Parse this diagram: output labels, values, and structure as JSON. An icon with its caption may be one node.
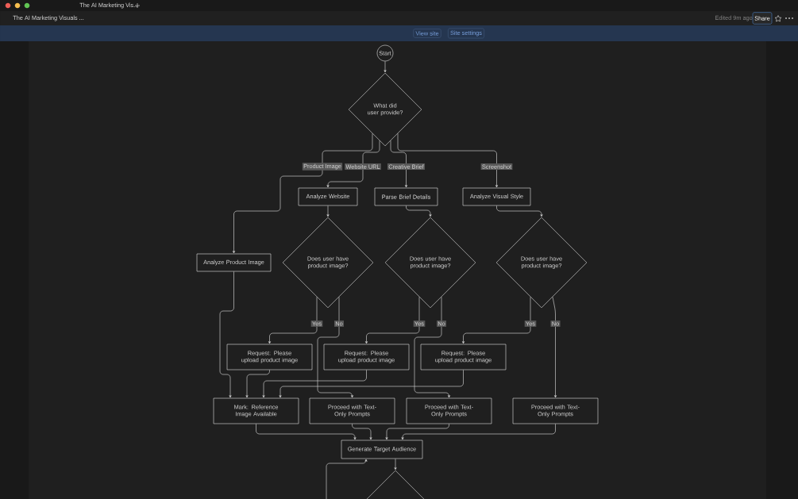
{
  "diagram": {
    "nodes": [
      {
        "text": [
          "Start"
        ]
      },
      {
        "text": [
          "What did user provide?"
        ]
      },
      {
        "text": [
          "Analyze Website"
        ]
      },
      {
        "text": [
          "Parse Brief Details"
        ]
      },
      {
        "text": [
          "Analyze Visual Style"
        ]
      },
      {
        "text": [
          "Analyze Product Image"
        ]
      },
      {
        "text": [
          "Does user have product image?"
        ]
      },
      {
        "text": [
          "Does user have product image?"
        ]
      },
      {
        "text": [
          "Does user have product image?"
        ]
      },
      {
        "text": [
          "Request: Please upload product image"
        ]
      },
      {
        "text": [
          "Request: Please upload product image"
        ]
      },
      {
        "text": [
          "Request: Please upload product image"
        ]
      },
      {
        "text": [
          "Mark: Reference Image Available"
        ]
      },
      {
        "text": [
          "Proceed with Text-Only Prompts"
        ]
      },
      {
        "text": [
          "Proceed with Text-Only Prompts"
        ]
      },
      {
        "text": [
          "Proceed with Text-Only Prompts"
        ]
      },
      {
        "text": [
          "Generate Target Audience"
        ]
      },
      {
        "text": [],
        "shape": "diamond"
      }
    ],
    "edges": [
      {
        "from": 0,
        "to": 1,
        "arrow": "to"
      },
      {
        "from": 1,
        "to": 5,
        "arrow": "to",
        "label": "Product Image"
      },
      {
        "from": 1,
        "to": 2,
        "arrow": "to",
        "label": "Website URL"
      },
      {
        "from": 1,
        "to": 3,
        "arrow": "to",
        "label": "Creative Brief"
      },
      {
        "from": 1,
        "to": 4,
        "arrow": "to",
        "label": "Screenshot"
      },
      {
        "from": 2,
        "to": 6,
        "arrow": "to"
      },
      {
        "from": 3,
        "to": 7,
        "arrow": "to"
      },
      {
        "from": 4,
        "to": 8,
        "arrow": "to"
      },
      {
        "from": 6,
        "to": 9,
        "arrow": "to",
        "label": "Yes"
      },
      {
        "from": 6,
        "to": 13,
        "arrow": "to",
        "label": "No"
      },
      {
        "from": 7,
        "to": 10,
        "arrow": "to",
        "label": "Yes"
      },
      {
        "from": 7,
        "to": 14,
        "arrow": "to",
        "label": "No"
      },
      {
        "from": 8,
        "to": 11,
        "arrow": "to",
        "label": "Yes"
      },
      {
        "from": 8,
        "to": 15,
        "arrow": "to",
        "label": "No"
      },
      {
        "from": 5,
        "to": 12,
        "arrow": "to"
      },
      {
        "from": 9,
        "to": 12,
        "arrow": "to"
      },
      {
        "from": 10,
        "to": 12,
        "arrow": "to"
      },
      {
        "from": 11,
        "to": 12,
        "arrow": "to"
      },
      {
        "from": 12,
        "to": 16,
        "arrow": "to"
      },
      {
        "from": 13,
        "to": 16,
        "arrow": "to"
      },
      {
        "from": 14,
        "to": 16,
        "arrow": "to"
      },
      {
        "from": 15,
        "to": 16,
        "arrow": "to"
      },
      {
        "from": 16,
        "to": 17,
        "arrow": "to"
      },
      {
        "from": null,
        "to": 16,
        "arrow": "to"
      }
    ],
    "labels": [
      "The AI Marketing Vis...",
      "The AI Marketing Visuals ...",
      "Edited 9m ago",
      "Share",
      "View site",
      "Site settings"
    ]
  }
}
